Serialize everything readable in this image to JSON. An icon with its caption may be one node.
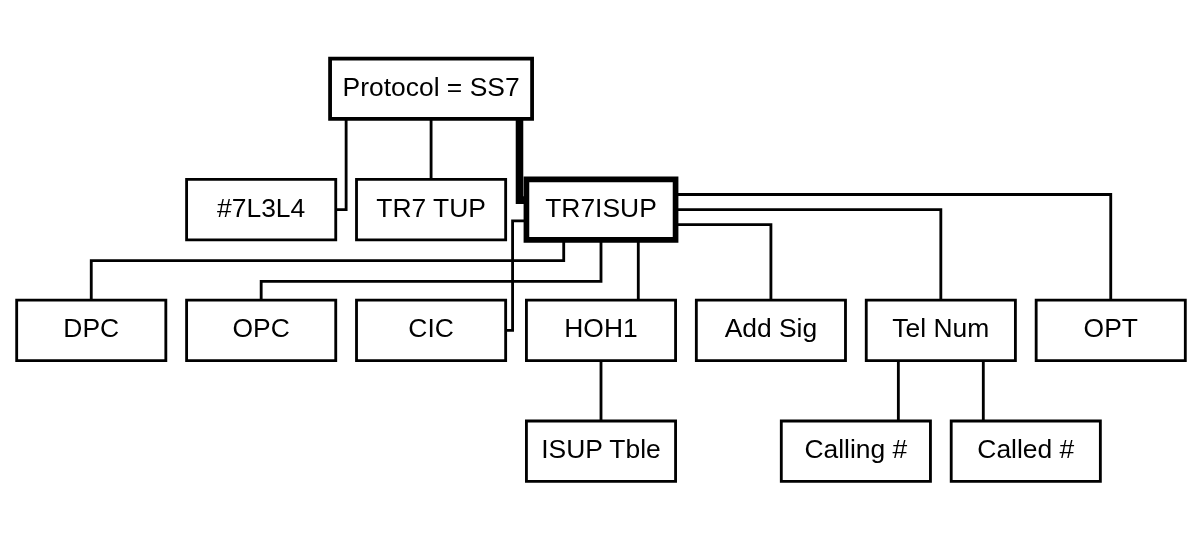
{
  "diagram": {
    "nodes": [
      {
        "text": [
          "Protocol = SS7"
        ]
      },
      {
        "text": [
          "#7L3L4"
        ]
      },
      {
        "text": [
          "TR7 TUP"
        ]
      },
      {
        "text": [
          "TR7ISUP"
        ]
      },
      {
        "text": [
          "DPC"
        ]
      },
      {
        "text": [
          "OPC"
        ]
      },
      {
        "text": [
          "CIC"
        ]
      },
      {
        "text": [
          "HOH1"
        ]
      },
      {
        "text": [
          "Add Sig"
        ]
      },
      {
        "text": [
          "Tel Num"
        ]
      },
      {
        "text": [
          "OPT"
        ]
      },
      {
        "text": [
          "ISUP Tble"
        ]
      },
      {
        "text": [
          "Calling #"
        ]
      },
      {
        "text": [
          "Called #"
        ]
      }
    ],
    "edges": [
      {
        "from": 0,
        "to": 1,
        "arrow": "none"
      },
      {
        "from": 0,
        "to": 2,
        "arrow": "none"
      },
      {
        "from": 0,
        "to": 3,
        "arrow": "none",
        "style": "thick"
      },
      {
        "from": 3,
        "to": 4,
        "arrow": "none"
      },
      {
        "from": 3,
        "to": 5,
        "arrow": "none"
      },
      {
        "from": 3,
        "to": 6,
        "arrow": "none"
      },
      {
        "from": 3,
        "to": 7,
        "arrow": "none"
      },
      {
        "from": 3,
        "to": 8,
        "arrow": "none"
      },
      {
        "from": 3,
        "to": 9,
        "arrow": "none"
      },
      {
        "from": 3,
        "to": 10,
        "arrow": "none"
      },
      {
        "from": 7,
        "to": 11,
        "arrow": "none"
      },
      {
        "from": 9,
        "to": 12,
        "arrow": "none"
      },
      {
        "from": 9,
        "to": 13,
        "arrow": "none"
      }
    ]
  }
}
